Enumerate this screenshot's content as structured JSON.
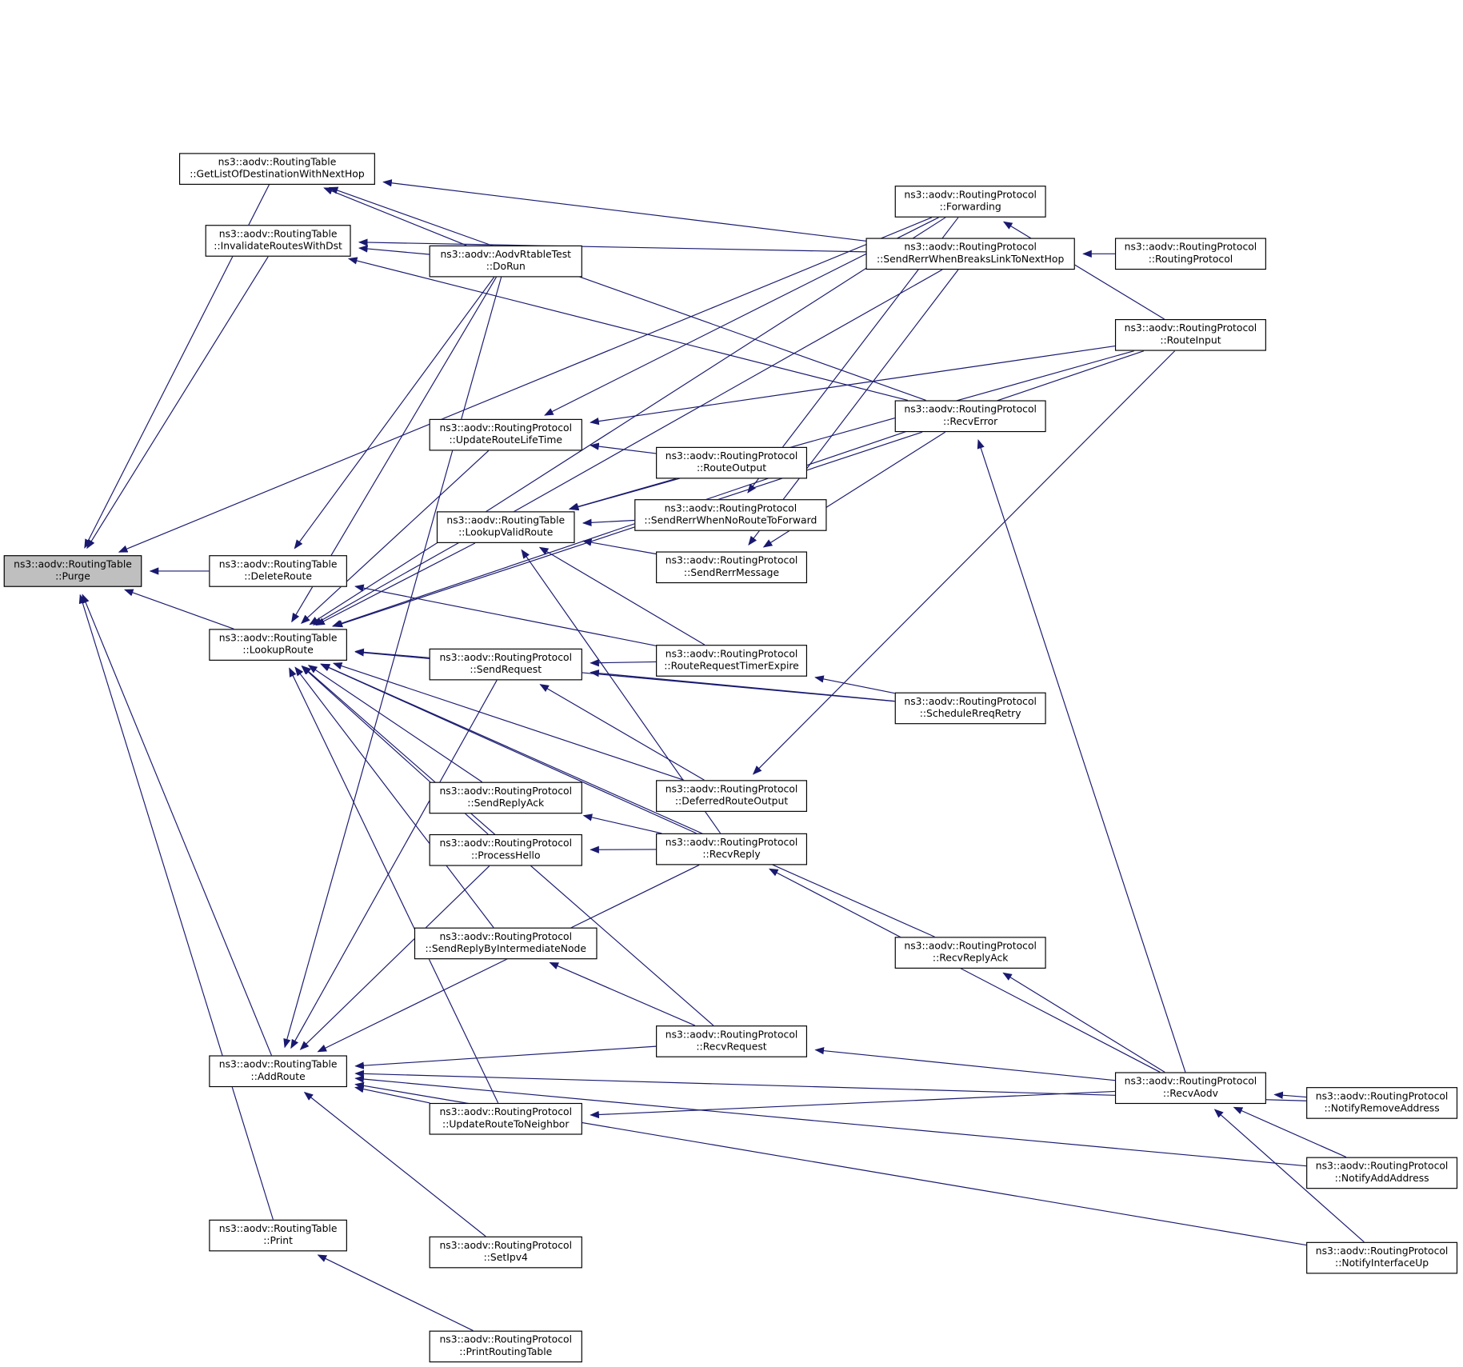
{
  "graph": {
    "edge_color": "#191970",
    "current_fill": "#bfbfbf",
    "nodes": [
      {
        "id": "purge",
        "line1": "ns3::aodv::RoutingTable",
        "line2": "::Purge",
        "current": true
      },
      {
        "id": "getlist",
        "line1": "ns3::aodv::RoutingTable",
        "line2": "::GetListOfDestinationWithNextHop"
      },
      {
        "id": "invalidate",
        "line1": "ns3::aodv::RoutingTable",
        "line2": "::InvalidateRoutesWithDst"
      },
      {
        "id": "deleteroute",
        "line1": "ns3::aodv::RoutingTable",
        "line2": "::DeleteRoute"
      },
      {
        "id": "lookuproute",
        "line1": "ns3::aodv::RoutingTable",
        "line2": "::LookupRoute"
      },
      {
        "id": "addroute",
        "line1": "ns3::aodv::RoutingTable",
        "line2": "::AddRoute"
      },
      {
        "id": "print",
        "line1": "ns3::aodv::RoutingTable",
        "line2": "::Print"
      },
      {
        "id": "dorun",
        "line1": "ns3::aodv::AodvRtableTest",
        "line2": "::DoRun"
      },
      {
        "id": "updatelifetime",
        "line1": "ns3::aodv::RoutingProtocol",
        "line2": "::UpdateRouteLifeTime"
      },
      {
        "id": "lookupvalid",
        "line1": "ns3::aodv::RoutingTable",
        "line2": "::LookupValidRoute"
      },
      {
        "id": "sendrequest",
        "line1": "ns3::aodv::RoutingProtocol",
        "line2": "::SendRequest"
      },
      {
        "id": "sendreplyack",
        "line1": "ns3::aodv::RoutingProtocol",
        "line2": "::SendReplyAck"
      },
      {
        "id": "processhello",
        "line1": "ns3::aodv::RoutingProtocol",
        "line2": "::ProcessHello"
      },
      {
        "id": "sendreplyinter",
        "line1": "ns3::aodv::RoutingProtocol",
        "line2": "::SendReplyByIntermediateNode"
      },
      {
        "id": "updateneighbor",
        "line1": "ns3::aodv::RoutingProtocol",
        "line2": "::UpdateRouteToNeighbor"
      },
      {
        "id": "setipv4",
        "line1": "ns3::aodv::RoutingProtocol",
        "line2": "::SetIpv4"
      },
      {
        "id": "printrouting",
        "line1": "ns3::aodv::RoutingProtocol",
        "line2": "::PrintRoutingTable"
      },
      {
        "id": "routeoutput",
        "line1": "ns3::aodv::RoutingProtocol",
        "line2": "::RouteOutput"
      },
      {
        "id": "sendrerrnoroute",
        "line1": "ns3::aodv::RoutingProtocol",
        "line2": "::SendRerrWhenNoRouteToForward"
      },
      {
        "id": "sendrerrmsg",
        "line1": "ns3::aodv::RoutingProtocol",
        "line2": "::SendRerrMessage"
      },
      {
        "id": "rreqtimer",
        "line1": "ns3::aodv::RoutingProtocol",
        "line2": "::RouteRequestTimerExpire"
      },
      {
        "id": "deferred",
        "line1": "ns3::aodv::RoutingProtocol",
        "line2": "::DeferredRouteOutput"
      },
      {
        "id": "recvreply",
        "line1": "ns3::aodv::RoutingProtocol",
        "line2": "::RecvReply"
      },
      {
        "id": "recvrequest",
        "line1": "ns3::aodv::RoutingProtocol",
        "line2": "::RecvRequest"
      },
      {
        "id": "forwarding",
        "line1": "ns3::aodv::RoutingProtocol",
        "line2": "::Forwarding"
      },
      {
        "id": "sendrerrbreaks",
        "line1": "ns3::aodv::RoutingProtocol",
        "line2": "::SendRerrWhenBreaksLinkToNextHop"
      },
      {
        "id": "recverror",
        "line1": "ns3::aodv::RoutingProtocol",
        "line2": "::RecvError"
      },
      {
        "id": "schedulerreq",
        "line1": "ns3::aodv::RoutingProtocol",
        "line2": "::ScheduleRreqRetry"
      },
      {
        "id": "recvreplyack",
        "line1": "ns3::aodv::RoutingProtocol",
        "line2": "::RecvReplyAck"
      },
      {
        "id": "routingprotocol",
        "line1": "ns3::aodv::RoutingProtocol",
        "line2": "::RoutingProtocol"
      },
      {
        "id": "routeinput",
        "line1": "ns3::aodv::RoutingProtocol",
        "line2": "::RouteInput"
      },
      {
        "id": "recvaodv",
        "line1": "ns3::aodv::RoutingProtocol",
        "line2": "::RecvAodv"
      },
      {
        "id": "notifyremove",
        "line1": "ns3::aodv::RoutingProtocol",
        "line2": "::NotifyRemoveAddress"
      },
      {
        "id": "notifyadd",
        "line1": "ns3::aodv::RoutingProtocol",
        "line2": "::NotifyAddAddress"
      },
      {
        "id": "notifyup",
        "line1": "ns3::aodv::RoutingProtocol",
        "line2": "::NotifyInterfaceUp"
      }
    ],
    "edges": [
      [
        "purge",
        "getlist"
      ],
      [
        "purge",
        "invalidate"
      ],
      [
        "purge",
        "deleteroute"
      ],
      [
        "purge",
        "lookuproute"
      ],
      [
        "purge",
        "addroute"
      ],
      [
        "purge",
        "print"
      ],
      [
        "purge",
        "forwarding"
      ],
      [
        "getlist",
        "dorun"
      ],
      [
        "getlist",
        "recverror"
      ],
      [
        "getlist",
        "sendrerrbreaks"
      ],
      [
        "invalidate",
        "dorun"
      ],
      [
        "invalidate",
        "recverror"
      ],
      [
        "invalidate",
        "sendrerrbreaks"
      ],
      [
        "deleteroute",
        "dorun"
      ],
      [
        "deleteroute",
        "rreqtimer"
      ],
      [
        "lookuproute",
        "dorun"
      ],
      [
        "lookuproute",
        "forwarding"
      ],
      [
        "lookuproute",
        "sendrerrbreaks"
      ],
      [
        "lookuproute",
        "routeinput"
      ],
      [
        "lookuproute",
        "updatelifetime"
      ],
      [
        "lookuproute",
        "recverror"
      ],
      [
        "lookuproute",
        "lookupvalid"
      ],
      [
        "lookuproute",
        "sendrequest"
      ],
      [
        "lookuproute",
        "schedulerreq"
      ],
      [
        "lookuproute",
        "deferred"
      ],
      [
        "lookuproute",
        "recvreply"
      ],
      [
        "lookuproute",
        "sendreplyack"
      ],
      [
        "lookuproute",
        "processhello"
      ],
      [
        "lookuproute",
        "sendreplyinter"
      ],
      [
        "lookuproute",
        "recvreplyack"
      ],
      [
        "lookuproute",
        "recvrequest"
      ],
      [
        "lookuproute",
        "updateneighbor"
      ],
      [
        "addroute",
        "dorun"
      ],
      [
        "addroute",
        "sendrequest"
      ],
      [
        "addroute",
        "processhello"
      ],
      [
        "addroute",
        "recvreply"
      ],
      [
        "addroute",
        "recvrequest"
      ],
      [
        "addroute",
        "updateneighbor"
      ],
      [
        "addroute",
        "notifyremove"
      ],
      [
        "addroute",
        "notifyadd"
      ],
      [
        "addroute",
        "setipv4"
      ],
      [
        "addroute",
        "notifyup"
      ],
      [
        "print",
        "printrouting"
      ],
      [
        "updatelifetime",
        "forwarding"
      ],
      [
        "updatelifetime",
        "routeinput"
      ],
      [
        "updatelifetime",
        "routeoutput"
      ],
      [
        "lookupvalid",
        "routeoutput"
      ],
      [
        "lookupvalid",
        "sendrerrnoroute"
      ],
      [
        "lookupvalid",
        "sendrerrmsg"
      ],
      [
        "lookupvalid",
        "rreqtimer"
      ],
      [
        "lookupvalid",
        "routeinput"
      ],
      [
        "lookupvalid",
        "recvreply"
      ],
      [
        "sendrequest",
        "rreqtimer"
      ],
      [
        "sendrequest",
        "schedulerreq"
      ],
      [
        "sendrequest",
        "deferred"
      ],
      [
        "sendreplyack",
        "recvreply"
      ],
      [
        "processhello",
        "recvreply"
      ],
      [
        "sendreplyinter",
        "recvrequest"
      ],
      [
        "updateneighbor",
        "recvaodv"
      ],
      [
        "sendrerrnoroute",
        "forwarding"
      ],
      [
        "sendrerrmsg",
        "sendrerrbreaks"
      ],
      [
        "sendrerrmsg",
        "recverror"
      ],
      [
        "rreqtimer",
        "schedulerreq"
      ],
      [
        "deferred",
        "routeinput"
      ],
      [
        "recvreply",
        "recvaodv"
      ],
      [
        "recvrequest",
        "recvaodv"
      ],
      [
        "forwarding",
        "routeinput"
      ],
      [
        "sendrerrbreaks",
        "routingprotocol"
      ],
      [
        "recverror",
        "recvaodv"
      ],
      [
        "recvreplyack",
        "recvaodv"
      ],
      [
        "recvaodv",
        "notifyremove"
      ],
      [
        "recvaodv",
        "notifyadd"
      ],
      [
        "recvaodv",
        "notifyup"
      ]
    ]
  }
}
